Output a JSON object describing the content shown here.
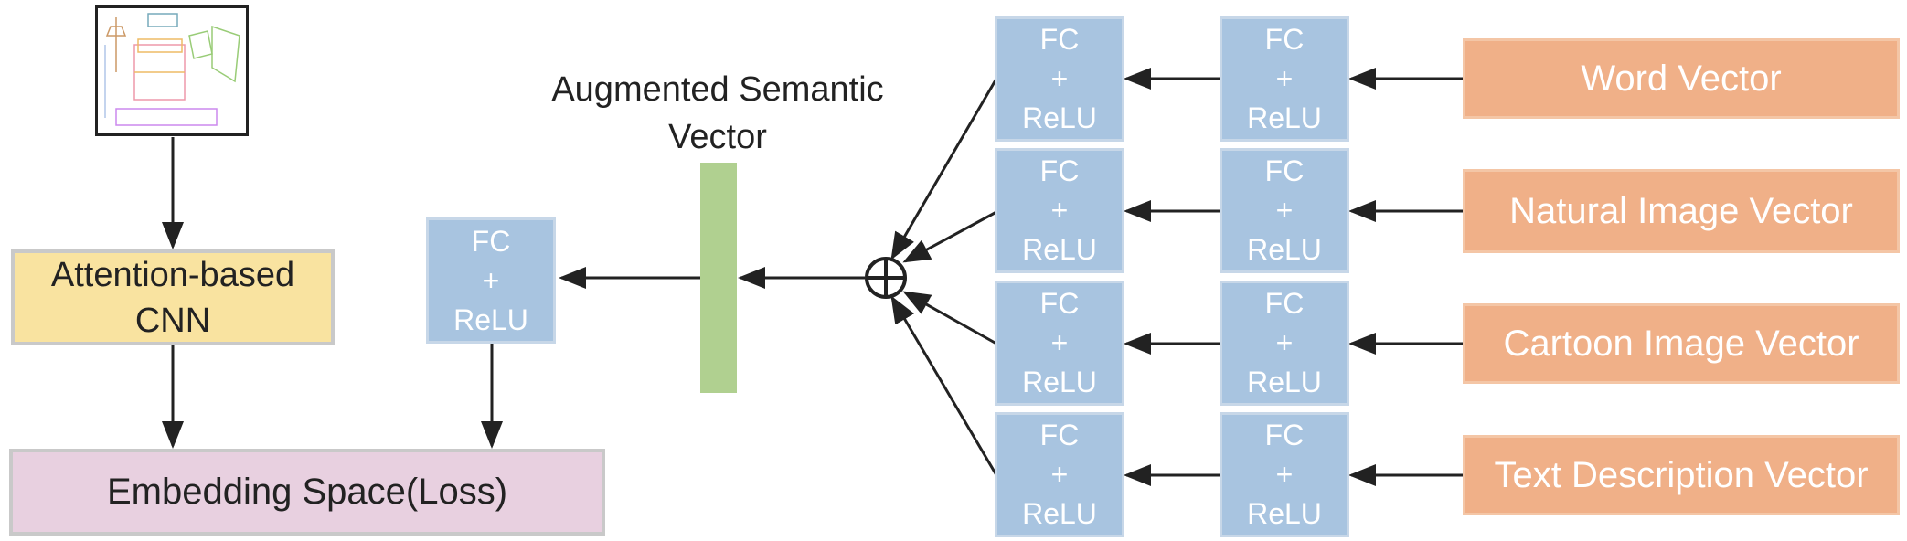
{
  "sketch": {
    "icon": "bedroom-sketch-icon"
  },
  "cnn": {
    "line1": "Attention-based",
    "line2": "CNN"
  },
  "embedding": {
    "label": "Embedding Space(Loss)"
  },
  "augmented": {
    "line1": "Augmented Semantic",
    "line2": "Vector"
  },
  "fc": {
    "l1": "FC",
    "l2": "+",
    "l3": "ReLU"
  },
  "sources": [
    {
      "label": "Word Vector"
    },
    {
      "label": "Natural Image Vector"
    },
    {
      "label": "Cartoon Image Vector"
    },
    {
      "label": "Text Description Vector"
    }
  ],
  "colors": {
    "fc": "#a8c4e0",
    "source": "#f0b088",
    "cnn": "#f9e3a0",
    "embedding": "#e8d0e0",
    "semantic_bar": "#b0d090",
    "arrow": "#222222"
  }
}
